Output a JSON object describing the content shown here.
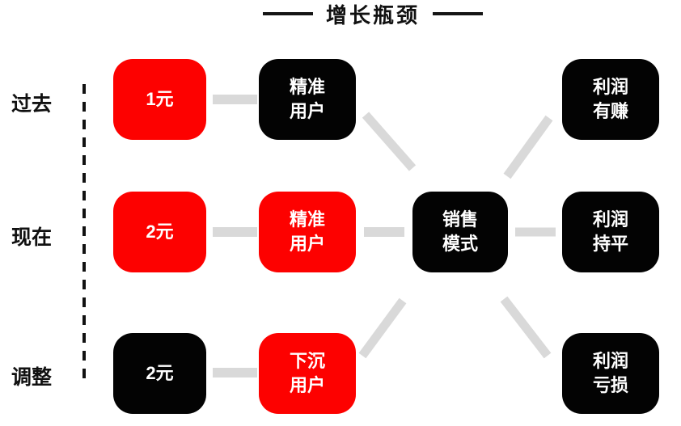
{
  "title": {
    "text": "增长瓶颈"
  },
  "row_labels": [
    {
      "label": "过去"
    },
    {
      "label": "现在"
    },
    {
      "label": "调整"
    }
  ],
  "boxes": {
    "past_cost": {
      "label": "1元",
      "color": "#FD0100"
    },
    "past_users": {
      "label": "精准\n用户",
      "color": "#030303"
    },
    "past_profit": {
      "label": "利润\n有赚",
      "color": "#030303"
    },
    "now_cost": {
      "label": "2元",
      "color": "#FD0100"
    },
    "now_users": {
      "label": "精准\n用户",
      "color": "#FD0100"
    },
    "sales_model": {
      "label": "销售\n模式",
      "color": "#030303"
    },
    "now_profit": {
      "label": "利润\n持平",
      "color": "#030303"
    },
    "adjust_cost": {
      "label": "2元",
      "color": "#030303"
    },
    "adjust_users": {
      "label": "下沉\n用户",
      "color": "#FD0100"
    },
    "adjust_profit": {
      "label": "利润\n亏损",
      "color": "#030303"
    }
  },
  "colors": {
    "node_red": "#FD0100",
    "node_black": "#030303",
    "connector_gray": "#D9D9D9",
    "dashed_line": "#111111",
    "node_text": "#FFFFFF",
    "heading_text": "#111111",
    "background": "#FFFFFF"
  }
}
